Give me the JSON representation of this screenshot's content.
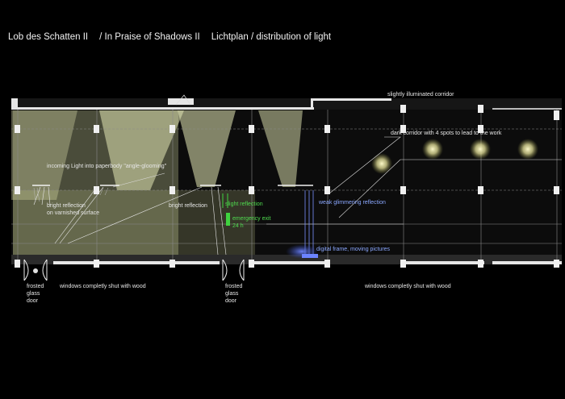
{
  "title": {
    "part1": "Lob des Schatten II",
    "part2": "/ In Praise of Shadows II",
    "part3": "Lichtplan / distribution of light"
  },
  "labels": {
    "corridor_lit": "slightly illuminated corridor",
    "dark_corridor": "dark corridor with 4 spots to lead to the work",
    "incoming_light": "incoming Light into paperbody \"angle-glooming\"",
    "bright_reflection_varnished_1": "bright reflection",
    "bright_reflection_varnished_2": "on varnished surface",
    "bright_reflection": "bright reflection",
    "slight_reflection": "slight reflection",
    "emergency_exit_1": "emergency exit",
    "emergency_exit_2": "24 h",
    "weak_glimmering": "weak glimmering reflection",
    "digital_frame": "digital frame, moving pictures",
    "frosted_door_left_1": "frosted",
    "frosted_door_left_2": "glass",
    "frosted_door_left_3": "door",
    "frosted_door_mid_1": "frosted",
    "frosted_door_mid_2": "glass",
    "frosted_door_mid_3": "door",
    "windows_left": "windows completly shut with wood",
    "windows_right": "windows completly shut with wood"
  },
  "colors": {
    "background": "#000000",
    "light_cone": "#e4e8b4",
    "wall": "#e8e8e8",
    "grid": "#9a9a9a",
    "emergency": "#3fd23f",
    "digital": "#5577ff",
    "spot": "#f2f0b8"
  }
}
